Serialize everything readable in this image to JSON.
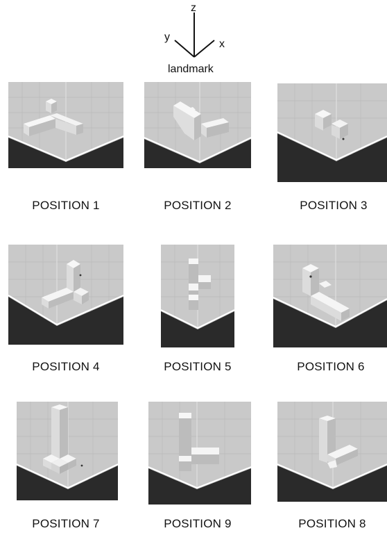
{
  "legend": {
    "axis_z": "z",
    "axis_y": "y",
    "axis_x": "x",
    "landmark": "landmark"
  },
  "colors": {
    "floor_top": "#c9c9c9",
    "floor_dark": "#2a2a2a",
    "grid": "#b7b7b7",
    "block_top": "#f7f7f7",
    "block_left": "#e0e0e0",
    "block_right": "#bcbcbc",
    "edge_highlight": "#ffffff"
  },
  "positions": [
    {
      "label": "POSITION 1",
      "view": "oblique",
      "shape": "tee-with-raised-cube"
    },
    {
      "label": "POSITION 2",
      "view": "oblique",
      "shape": "angled-tee"
    },
    {
      "label": "POSITION 3",
      "view": "oblique",
      "shape": "small-stacked-l"
    },
    {
      "label": "POSITION 4",
      "view": "oblique",
      "shape": "column-with-arms"
    },
    {
      "label": "POSITION 5",
      "view": "frontal",
      "shape": "column-with-side-block"
    },
    {
      "label": "POSITION 6",
      "view": "oblique",
      "shape": "tall-l"
    },
    {
      "label": "POSITION 7",
      "view": "oblique",
      "shape": "tall-column-with-arms"
    },
    {
      "label": "POSITION 9",
      "view": "frontal",
      "shape": "tall-l-frontal"
    },
    {
      "label": "POSITION 8",
      "view": "oblique",
      "shape": "tall-l-right"
    }
  ]
}
